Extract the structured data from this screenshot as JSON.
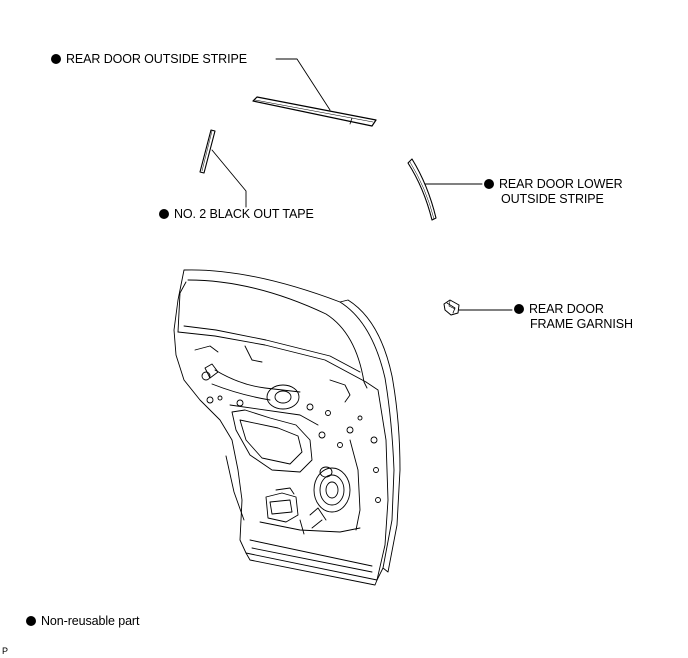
{
  "parts": {
    "rear_door_outside_stripe": "REAR DOOR OUTSIDE STRIPE",
    "no2_black_out_tape": "NO. 2 BLACK OUT TAPE",
    "rear_door_lower_outside_stripe_line1": "REAR DOOR LOWER",
    "rear_door_lower_outside_stripe_line2": "OUTSIDE STRIPE",
    "rear_door_frame_garnish_line1": "REAR DOOR",
    "rear_door_frame_garnish_line2": "FRAME GARNISH"
  },
  "legend": {
    "non_reusable": "Non-reusable part",
    "marker_icon": "filled-circle"
  },
  "corner_code": "P"
}
